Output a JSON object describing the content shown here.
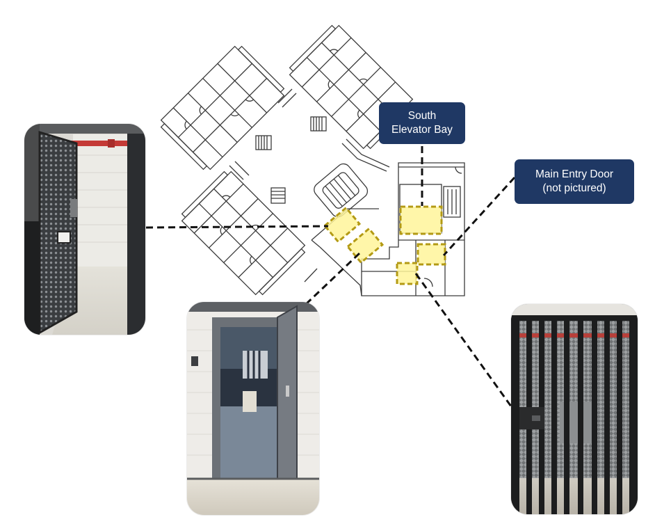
{
  "labels": {
    "south_elevator_bay": {
      "line1": "South",
      "line2": "Elevator Bay"
    },
    "main_entry_door": {
      "line1": "Main Entry Door",
      "line2": "(not pictured)"
    }
  },
  "colors": {
    "label_background": "#1f3864",
    "label_text": "#ffffff",
    "highlight_fill": "#fff59a",
    "highlight_border": "#b39a14",
    "leader_line": "#111111",
    "floorplan_line": "#3a3a3a"
  },
  "photos": [
    {
      "name": "mesh-security-door-photo"
    },
    {
      "name": "solid-steel-door-photo"
    },
    {
      "name": "bar-gate-photo"
    }
  ]
}
